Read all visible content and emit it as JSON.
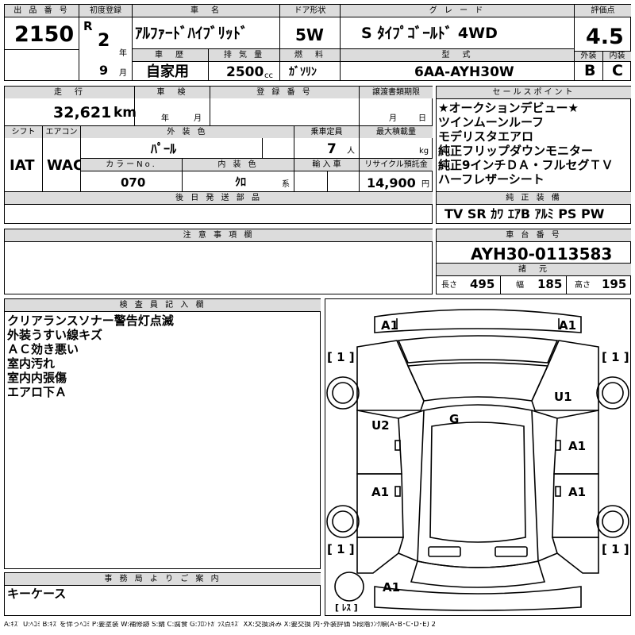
{
  "lot": {
    "header": "出 品 番 号",
    "value": "2150"
  },
  "first_reg": {
    "header": "初度登録",
    "era": "R",
    "year_val": "2",
    "year_unit": "年",
    "month_val": "9",
    "month_unit": "月"
  },
  "car_name": {
    "header": "車　名",
    "value": "ｱﾙﾌｧｰﾄﾞﾊｲﾌﾞﾘｯﾄﾞ"
  },
  "door": {
    "header": "ドア形状",
    "value": "5W"
  },
  "grade": {
    "header": "グ レ ー ド",
    "value": "S ﾀｲﾌﾟｺﾞｰﾙﾄﾞ 4WD"
  },
  "score": {
    "header": "評価点",
    "value": "4.5",
    "ext_header": "外装",
    "int_header": "内装",
    "ext_value": "B",
    "int_value": "C"
  },
  "history": {
    "header": "車　歴",
    "value": "自家用"
  },
  "displacement": {
    "header": "排 気 量",
    "value": "2500",
    "unit": "cc"
  },
  "fuel": {
    "header": "燃　料",
    "value": "ｶﾞｿﾘﾝ"
  },
  "model": {
    "header": "型　式",
    "value": "6AA-AYH30W"
  },
  "mileage": {
    "header": "走　行",
    "value": "32,621",
    "unit": "km"
  },
  "inspection": {
    "header": "車　検",
    "year_unit": "年",
    "month_unit": "月"
  },
  "registration": {
    "header": "登 録 番 号"
  },
  "transfer": {
    "header": "譲渡書類期限",
    "month_unit": "月",
    "day_unit": "日"
  },
  "shift": {
    "header": "シフト",
    "value": "IAT"
  },
  "aircon": {
    "header": "エアコン",
    "value": "WAC"
  },
  "exterior_color": {
    "header": "外 装 色",
    "value": "ﾊﾟｰﾙ"
  },
  "capacity": {
    "header": "乗車定員",
    "value": "7",
    "unit": "人"
  },
  "max_load": {
    "header": "最大積載量",
    "unit": "kg"
  },
  "color_no": {
    "header": "カラーNo.",
    "value": "070"
  },
  "interior_color": {
    "header": "内 装 色",
    "value": "ｸﾛ",
    "unit": "系"
  },
  "import": {
    "header": "輸 入 車"
  },
  "recycle": {
    "header": "リサイクル預託金",
    "value": "14,900",
    "unit": "円"
  },
  "later_parts": {
    "header": "後 日 発 送 部 品"
  },
  "sales_points": {
    "header": "セールスポイント",
    "items": [
      "★オークションデビュー★",
      "ツインムーンルーフ",
      "モデリスタエアロ",
      "純正フリップダウンモニター",
      "純正9インチＤＡ・フルセグＴＶ",
      "ハーフレザーシート"
    ]
  },
  "equipment": {
    "header": "純 正 装 備",
    "value": "TV SR ｶﾜ ｴｱB ｱﾙﾐ PS PW"
  },
  "notes": {
    "header": "注 意 事 項 欄"
  },
  "chassis": {
    "header": "車 台 番 号",
    "value": "AYH30-0113583"
  },
  "dimensions": {
    "header": "諸　元",
    "length_label": "長さ",
    "length": "495",
    "width_label": "幅",
    "width": "185",
    "height_label": "高さ",
    "height": "195"
  },
  "inspector": {
    "header": "検 査 員 記 入 欄",
    "lines": [
      "クリアランスソナー警告灯点滅",
      "外装うすい線キズ",
      "ＡＣ効き悪い",
      "室内汚れ",
      "室内内張傷",
      "エアロ下Ａ"
    ]
  },
  "office": {
    "header": "事 務 局 よ り ご 案 内",
    "value": "キーケース"
  },
  "diagram": {
    "labels": {
      "front_left": "A1",
      "front_right": "A1",
      "left_fender": "[ 1 ]",
      "right_fender": "[ 1 ]",
      "right_front_door": "U1",
      "roof": "G",
      "left_front_door": "U2",
      "right_slide_door": "A1",
      "left_rear": "A1",
      "right_rear": "A1",
      "left_rear_bracket": "[ 1 ]",
      "right_rear_bracket": "[ 1 ]",
      "rear_bumper": "A1",
      "spare": "[ ﾚｽ ]"
    }
  },
  "legend": "A:ｷｽﾞ U:ﾍｺﾐ B:ｷｽﾞを伴うﾍｺﾐ P:要塗装 W:補修跡 S:錆 C:腐食 G:ﾌﾛﾝﾄｶﾞﾗｽ点ｷｽﾞ XX:交換済み X:要交換 内･外装評価 5段階ﾗﾝｸ順(A･B･C･D･E) 2"
}
